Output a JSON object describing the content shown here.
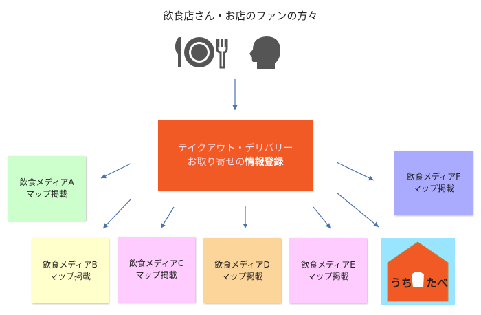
{
  "title": "飲食店さん・お店のファンの方々",
  "center": {
    "line1": "テイクアウト・デリバリー",
    "line2_prefix": "お取り寄せの",
    "line2_bold": "情報登録"
  },
  "media": [
    {
      "name": "飲食メディアA",
      "sub": "マップ掲載",
      "color": "#ccffcc"
    },
    {
      "name": "飲食メディアB",
      "sub": "マップ掲載",
      "color": "#ffffcc"
    },
    {
      "name": "飲食メディアC",
      "sub": "マップ掲載",
      "color": "#ffccff"
    },
    {
      "name": "飲食メディアD",
      "sub": "マップ掲載",
      "color": "#fcd59a"
    },
    {
      "name": "飲食メディアE",
      "sub": "マップ掲載",
      "color": "#ffccff"
    },
    {
      "name": "飲食メディアF",
      "sub": "マップ掲載",
      "color": "#aaaaff"
    }
  ],
  "logo": {
    "text_left": "うち",
    "text_right": "たべ"
  }
}
